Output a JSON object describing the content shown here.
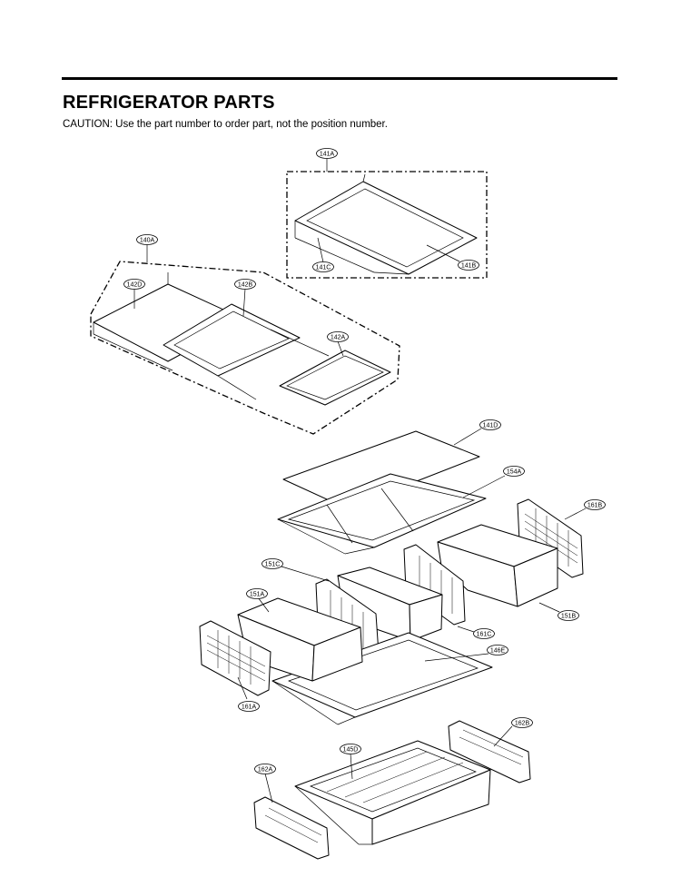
{
  "header": {
    "title": "REFRIGERATOR PARTS",
    "caution": "CAUTION: Use the part number to order part, not the position number."
  },
  "callouts": [
    {
      "id": "141A",
      "label": "141A"
    },
    {
      "id": "141B",
      "label": "141B"
    },
    {
      "id": "141C",
      "label": "141C"
    },
    {
      "id": "140A",
      "label": "140A"
    },
    {
      "id": "142D",
      "label": "142D"
    },
    {
      "id": "142B",
      "label": "142B"
    },
    {
      "id": "142A",
      "label": "142A"
    },
    {
      "id": "141D",
      "label": "141D"
    },
    {
      "id": "154A",
      "label": "154A"
    },
    {
      "id": "161B",
      "label": "161B"
    },
    {
      "id": "151C",
      "label": "151C"
    },
    {
      "id": "151A",
      "label": "151A"
    },
    {
      "id": "161C",
      "label": "161C"
    },
    {
      "id": "151B",
      "label": "151B"
    },
    {
      "id": "146E",
      "label": "146E"
    },
    {
      "id": "161A",
      "label": "161A"
    },
    {
      "id": "162B",
      "label": "162B"
    },
    {
      "id": "145D",
      "label": "145D"
    },
    {
      "id": "162A",
      "label": "162A"
    }
  ]
}
